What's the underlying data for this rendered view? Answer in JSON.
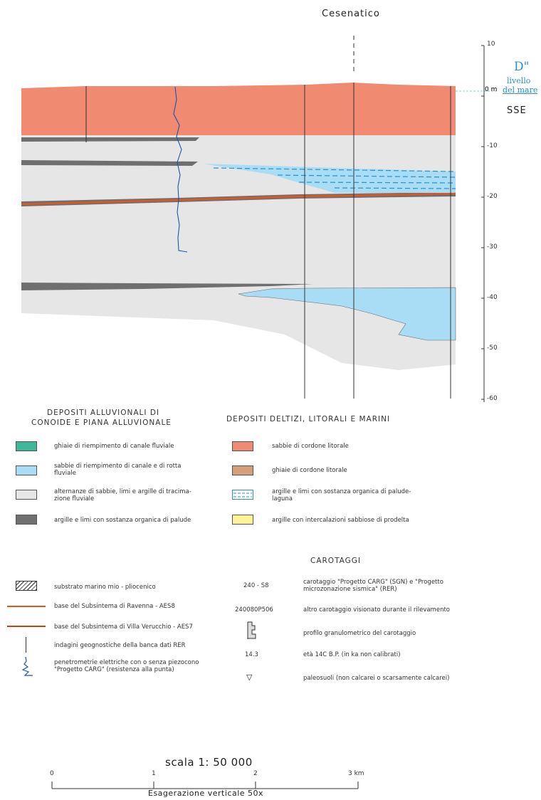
{
  "section": {
    "location_label": "Cesenatico",
    "section_end_label": "D\"",
    "sea_level_label_line1": "livello",
    "sea_level_label_line2": "del mare",
    "orientation_label": "SSE",
    "zero_label": "0 m",
    "depth_ticks": [
      "10",
      "0",
      "-10",
      "-20",
      "-30",
      "-40",
      "-50",
      "-60"
    ]
  },
  "legend": {
    "left_title_line1": "DEPOSITI ALLUVIONALI DI",
    "left_title_line2": "CONOIDE E PIANA ALLUVIONALE",
    "right_title": "DEPOSITI DELTIZI, LITORALI E MARINI",
    "left_items": [
      {
        "label": "ghiaie di riempimento di canale fluviale",
        "color": "#3fb89a"
      },
      {
        "label": "sabbie di riempimento di canale e di rotta fluviale",
        "color": "#a8ddf5"
      },
      {
        "label": "alternanze di sabbie, limi e argille di tracima- zione fluviale",
        "color": "#e6e6e6"
      },
      {
        "label": "argille e limi con sostanza organica di palude",
        "color": "#6f6f6f"
      }
    ],
    "right_items": [
      {
        "label": "sabbie di cordone litorale",
        "color": "#f08a70"
      },
      {
        "label": "ghiaie di cordone litorale",
        "color": "#d4a07a"
      },
      {
        "label": "argille e limi con sostanza organica di palude- laguna",
        "color": "#ffffff"
      },
      {
        "label": "argille con intercalazioni sabbiose di prodelta",
        "color": "#fff39a"
      }
    ],
    "carotaggi_title": "CAROTAGGI",
    "symbols_left": [
      "substrato marino mio - pliocenico",
      "base del Subsintema di Ravenna - AES8",
      "base del Subsintema di Villa Verucchio - AES7",
      "indagini geognostiche della banca dati RER",
      "penetrometrie elettriche con o senza piezocono \"Progetto CARG\" (resistenza alla punta)"
    ],
    "symbols_right": [
      {
        "code": "240 - S8",
        "label": "carotaggio \"Progetto CARG\" (SGN) e \"Progetto microzonazione sismica\" (RER)"
      },
      {
        "code": "240080P506",
        "label": "altro carotaggio visionato durante il rilevamento"
      },
      {
        "code": "",
        "label": "profilo granulometrico del carotaggio"
      },
      {
        "code": "14.3",
        "label": "età 14C B.P. (in ka non calibrati)"
      },
      {
        "code": "",
        "label": "paleosuoli (non calcarei o scarsamente calcarei)"
      }
    ]
  },
  "scale": {
    "title": "scala 1: 50 000",
    "ticks": [
      "0",
      "1",
      "2",
      "3 km"
    ],
    "note": "Esagerazione verticale 50x"
  },
  "colors": {
    "red_sand": "#f08a70",
    "light_grey": "#e6e6e6",
    "dark_grey": "#6f6f6f",
    "light_blue": "#a8ddf5",
    "boundary_orange": "#e2551e",
    "accent_blue": "#2a90c8"
  }
}
